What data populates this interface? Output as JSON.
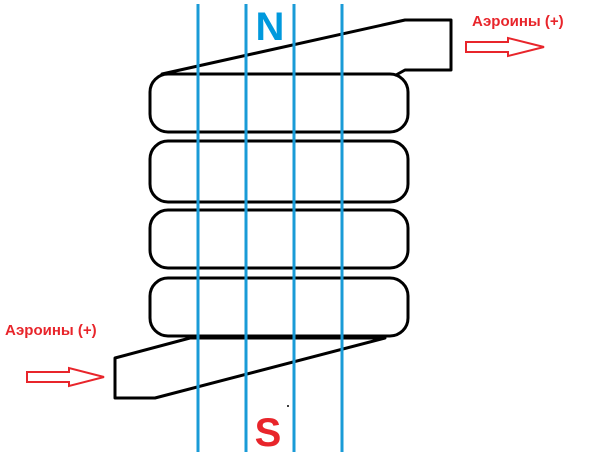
{
  "poles": {
    "north": {
      "label": "N",
      "color": "#0099dd"
    },
    "south": {
      "label": "S",
      "color": "#e8252b"
    }
  },
  "flow": {
    "inlet_label": "Аэроины (+)",
    "outlet_label": "Аэроины (+)",
    "color": "#e8252b"
  },
  "colors": {
    "coil": "#000000",
    "field_lines": "#1a9bd7",
    "background": "#ffffff"
  }
}
